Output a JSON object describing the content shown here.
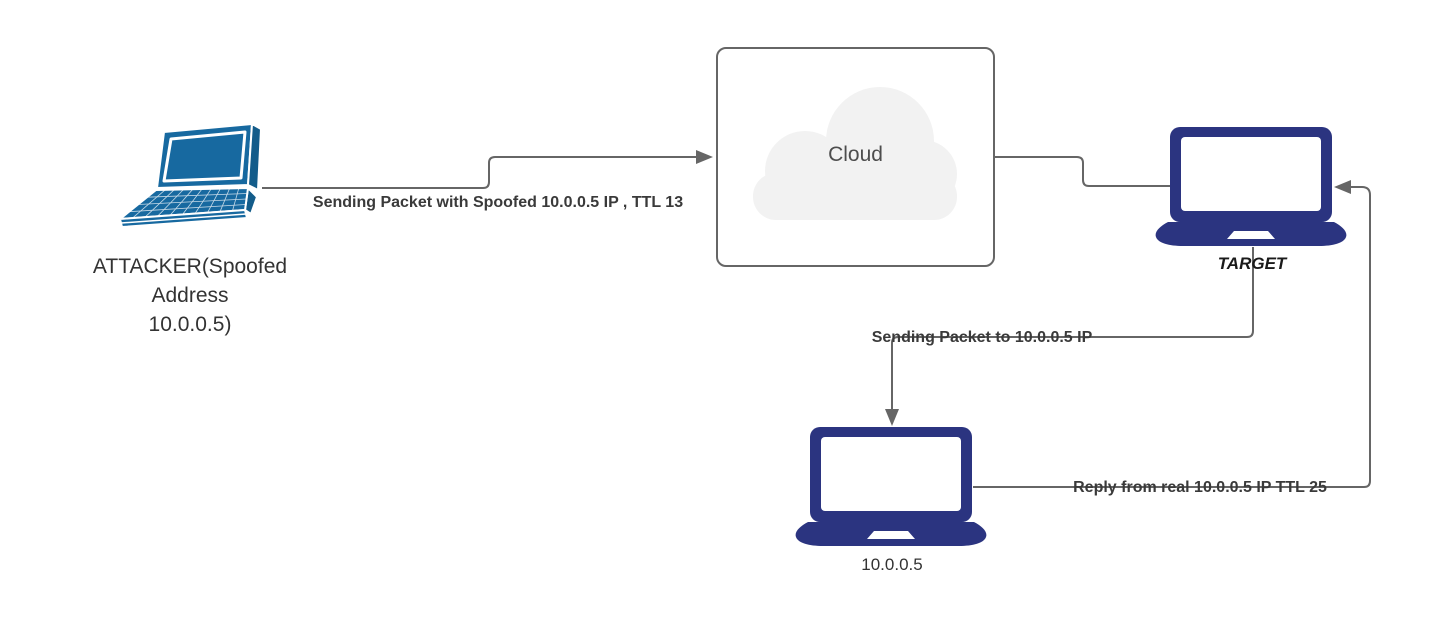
{
  "diagram": {
    "type": "network-attack-diagram",
    "nodes": {
      "attacker": {
        "label_lines": [
          "ATTACKER(Spoofed",
          "Address",
          "10.0.0.5)"
        ],
        "icon": "perspective-laptop-icon",
        "color": "#1769a0"
      },
      "cloud": {
        "label": "Cloud",
        "icon": "cloud-icon",
        "fill": "#f2f2f2",
        "border_color": "#666666"
      },
      "target": {
        "label": "TARGET",
        "icon": "front-laptop-icon",
        "color": "#2b3480"
      },
      "real_host": {
        "label": "10.0.0.5",
        "icon": "front-laptop-icon",
        "color": "#2b3480"
      }
    },
    "edges": {
      "attacker_to_cloud": {
        "label": "Sending Packet with Spoofed 10.0.0.5 IP , TTL 13",
        "arrow": "right"
      },
      "cloud_to_target": {
        "label": "",
        "arrow": "none"
      },
      "target_to_real_host": {
        "label": "Sending Packet to 10.0.0.5 IP",
        "arrow": "down"
      },
      "real_host_to_target": {
        "label": "Reply from real 10.0.0.5 IP TTL 25",
        "arrow": "left"
      }
    },
    "colors": {
      "connector": "#666666",
      "attacker_laptop": "#1769a0",
      "navy_laptop": "#2b3480",
      "cloud_fill": "#f2f2f2",
      "label_text": "#333333",
      "edge_label_text": "#3a3a3a"
    }
  }
}
